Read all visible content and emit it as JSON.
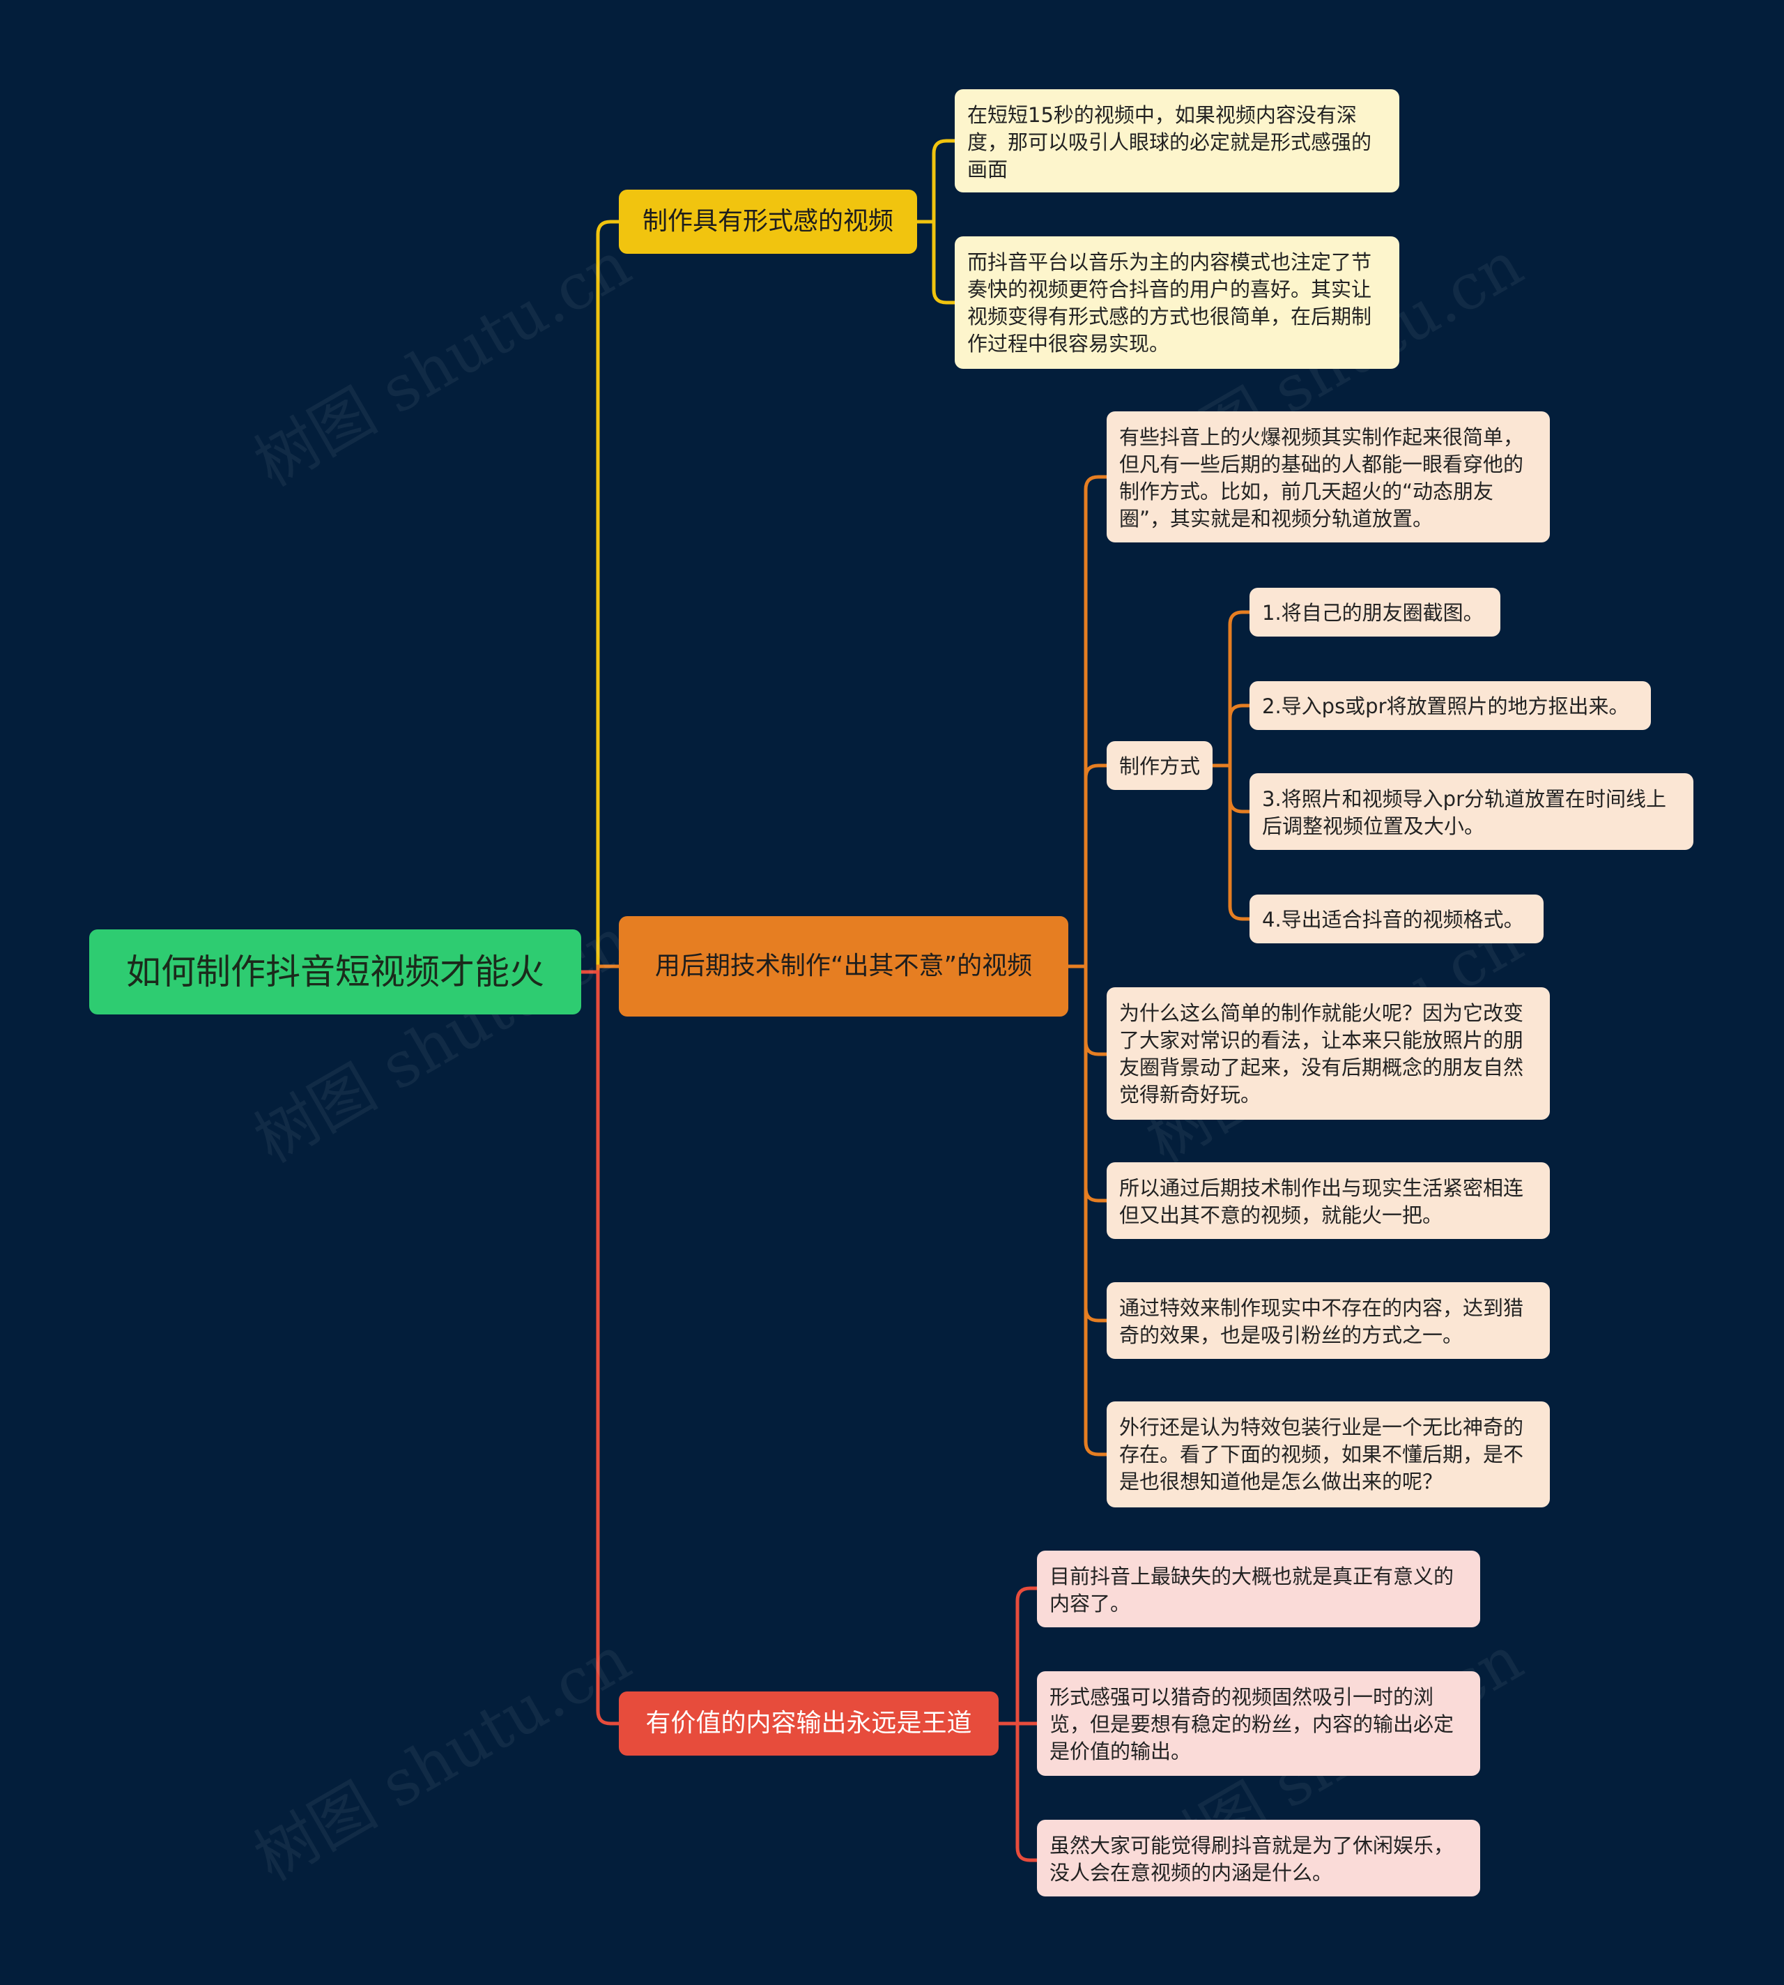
{
  "root": {
    "text": "如何制作抖音短视频才能火"
  },
  "branches": [
    {
      "text": "制作具有形式感的视频",
      "color": "#f1c40f",
      "children": [
        "在短短15秒的视频中，如果视频内容没有深度，那可以吸引人眼球的必定就是形式感强的画面",
        "而抖音平台以音乐为主的内容模式也注定了节奏快的视频更符合抖音的用户的喜好。其实让视频变得有形式感的方式也很简单，在后期制作过程中很容易实现。"
      ]
    },
    {
      "text": "用后期技术制作“出其不意”的视频",
      "color": "#e67e22",
      "children": [
        "有些抖音上的火爆视频其实制作起来很简单，但凡有一些后期的基础的人都能一眼看穿他的制作方式。比如，前几天超火的“动态朋友圈”，其实就是和视频分轨道放置。",
        "制作方式",
        "为什么这么简单的制作就能火呢？因为它改变了大家对常识的看法，让本来只能放照片的朋友圈背景动了起来，没有后期概念的朋友自然觉得新奇好玩。",
        "所以通过后期技术制作出与现实生活紧密相连但又出其不意的视频，就能火一把。",
        "通过特效来制作现实中不存在的内容，达到猎奇的效果，也是吸引粉丝的方式之一。",
        "外行还是认为特效包装行业是一个无比神奇的存在。看了下面的视频，如果不懂后期，是不是也很想知道他是怎么做出来的呢？"
      ],
      "steps": [
        "1.将自己的朋友圈截图。",
        "2.导入ps或pr将放置照片的地方抠出来。",
        "3.将照片和视频导入pr分轨道放置在时间线上后调整视频位置及大小。",
        "4.导出适合抖音的视频格式。"
      ]
    },
    {
      "text": "有价值的内容输出永远是王道",
      "color": "#e74c3c",
      "children": [
        "目前抖音上最缺失的大概也就是真正有意义的内容了。",
        "形式感强可以猎奇的视频固然吸引一时的浏览，但是要想有稳定的粉丝，内容的输出必定是价值的输出。",
        "虽然大家可能觉得刷抖音就是为了休闲娱乐，没人会在意视频的内涵是什么。"
      ]
    }
  ],
  "watermark": "树图 shutu.cn"
}
